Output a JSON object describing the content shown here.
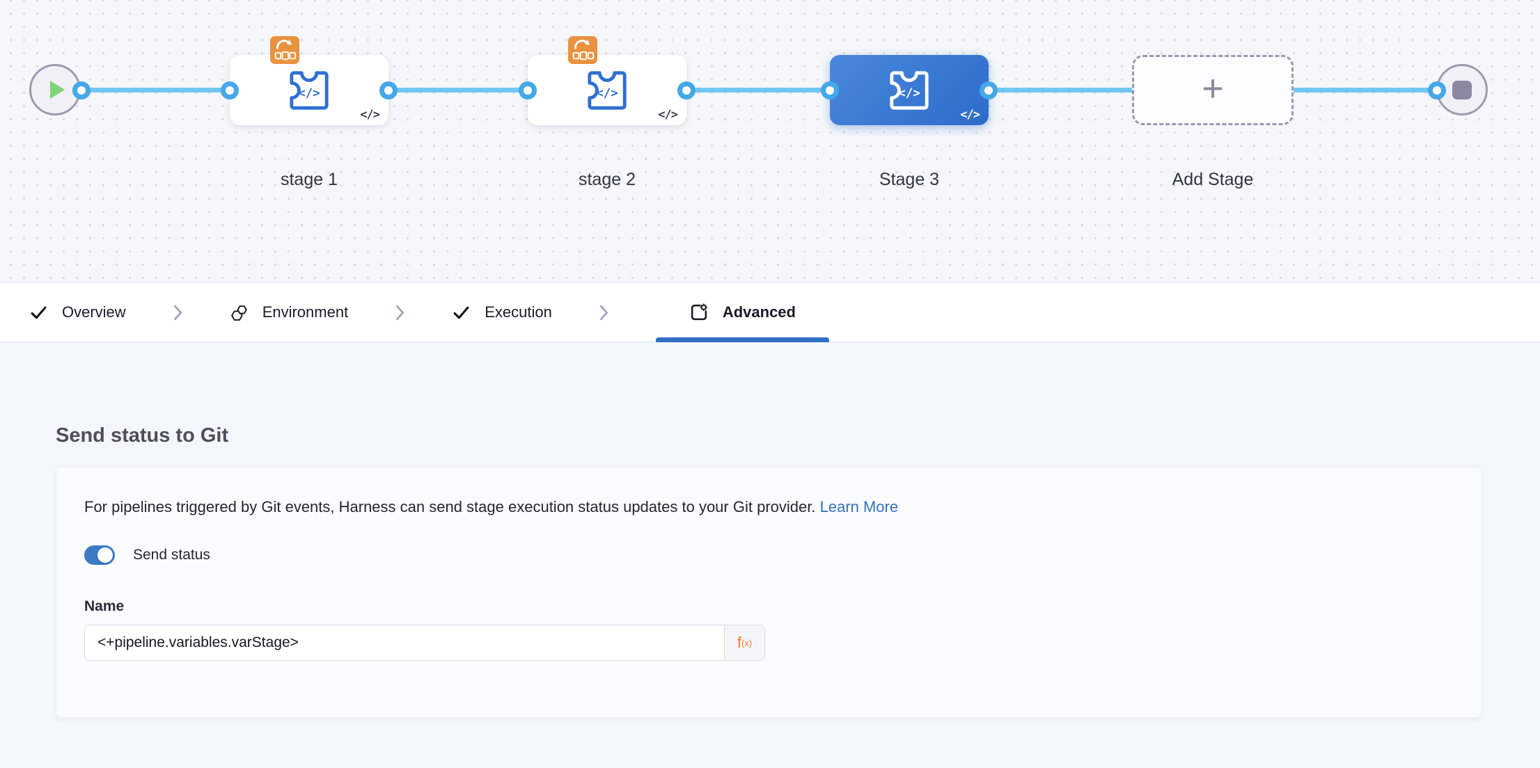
{
  "pipeline": {
    "code_glyph": "</>",
    "add_stage_plus": "+",
    "stages": [
      {
        "label": "stage 1"
      },
      {
        "label": "stage 2"
      },
      {
        "label": "Stage 3"
      }
    ],
    "add_stage_label": "Add Stage"
  },
  "tabs": {
    "overview": "Overview",
    "environment": "Environment",
    "execution": "Execution",
    "advanced": "Advanced"
  },
  "panel": {
    "heading": "Send status to Git",
    "description": "For pipelines triggered by Git events, Harness can send stage execution status updates to your Git provider.",
    "learn_more_label": "Learn More",
    "toggle_label": "Send status",
    "name_label": "Name",
    "name_value": "<+pipeline.variables.varStage>",
    "fx_main": "f",
    "fx_sub": "(x)"
  },
  "colors": {
    "accent_blue": "#2e70c7",
    "connector_blue": "#72c7f1",
    "connector_point": "#45a8e9",
    "selected_stage_gradient_start": "#4a89dc",
    "selected_stage_gradient_end": "#2c6bca",
    "badge_orange": "#e9923f",
    "expression_orange": "#ff7324",
    "toggle_on": "#3d7bc7",
    "link_blue": "#3472bb",
    "play_green": "#7ed478"
  }
}
